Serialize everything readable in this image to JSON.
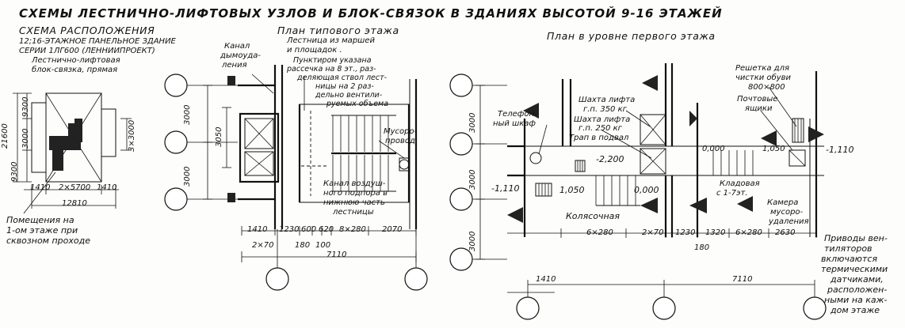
{
  "title": "СХЕМЫ ЛЕСТНИЧНО-ЛИФТОВЫХ УЗЛОВ И БЛОК-СВЯЗОК В ЗДАНИЯХ ВЫСОТОЙ 9-16 ЭТАЖЕЙ",
  "scheme": {
    "heading": "СХЕМА РАСПОЛОЖЕНИЯ",
    "line1": "12;16-ЭТАЖНОЕ ПАНЕЛЬНОЕ ЗДАНИЕ",
    "line2": "СЕРИИ 1ЛГ600 (ЛЕННИИПРОЕКТ)",
    "line3": "Лестнично-лифтовая",
    "line4": "блок-связка, прямая",
    "dims": {
      "d21600": "21600",
      "d9300a": "9300",
      "d3000": "3000",
      "d9300b": "9300",
      "d3x3000": "3×3000",
      "d1410a": "1410",
      "d2x5700": "2×5700",
      "d1410b": "1410",
      "d12810": "12810"
    },
    "note1": "Помещения на",
    "note2": "1-ом этаже при",
    "note3": "сквозном проходе"
  },
  "typical": {
    "heading": "План типового этажа",
    "kanal1": "Канал",
    "kanal2": "дымоуда-",
    "kanal3": "ления",
    "stair1": "Лестница из маршей",
    "stair2": "и площадок .",
    "punkt1": "Пунктиром указана",
    "punkt2": "рассечка на 8 эт., раз-",
    "punkt3": "деляющая ствол лест-",
    "punkt4": "ницы на 2 раз-",
    "punkt5": "дельно вентили-",
    "punkt6": "руемых объема",
    "musor1": "Мусоро-",
    "musor2": "провод",
    "vozd1": "Канал воздуш-",
    "vozd2": "ного подпора в",
    "vozd3": "нижнюю часть",
    "vozd4": "лестницы",
    "dims": {
      "v3000a": "3000",
      "v3050": "3050",
      "v3000b": "3000",
      "h1410": "1410",
      "h1230": "1230",
      "h600": "600",
      "h620": "620",
      "h8x280": "8×280",
      "h2070": "2070",
      "h2x70": "2×70",
      "h180": "180",
      "h100": "100",
      "h7110": "7110"
    }
  },
  "first": {
    "heading": "План в уровне первого этажа",
    "tel1": "Телефон-",
    "tel2": "ный шкаф",
    "shaft350a": "Шахта лифта",
    "shaft350b": "г.п. 350 кг",
    "shaft250a": "Шахта лифта",
    "shaft250b": "г.п. 250 кг",
    "trap": "Трап в подвал",
    "grate1": "Решетка для",
    "grate2": "чистки обуви",
    "grate3": "800×800",
    "mail1": "Почтовые",
    "mail2": "ящики",
    "kladovaya1": "Кладовая",
    "kladovaya2": "с 1-7эт.",
    "kamera1": "Камера",
    "kamera2": "мусоро-",
    "kamera3": "удаления",
    "kolyas": "Колясочная",
    "elev": {
      "m2200": "-2,200",
      "m1110a": "-1,110",
      "p1050a": "1,050",
      "z0000a": "0,000",
      "z0000b": "0,000",
      "p1050b": "1,050",
      "m1110b": "-1,110"
    },
    "privod1": "Приводы вен-",
    "privod2": "тиляторов",
    "privod3": "включаются",
    "privod4": "термическими",
    "privod5": "датчиками,",
    "privod6": "расположен-",
    "privod7": "ными на каж-",
    "privod8": "дом этаже",
    "dims": {
      "v3000a": "3000",
      "v3000b": "3000",
      "v3000c": "3000",
      "h6x280a": "6×280",
      "h2x70": "2×70",
      "h1230": "1230",
      "h1320": "1320",
      "h6x280b": "6×280",
      "h2630": "2630",
      "h180": "180",
      "h1410": "1410",
      "h7110": "7110"
    }
  }
}
